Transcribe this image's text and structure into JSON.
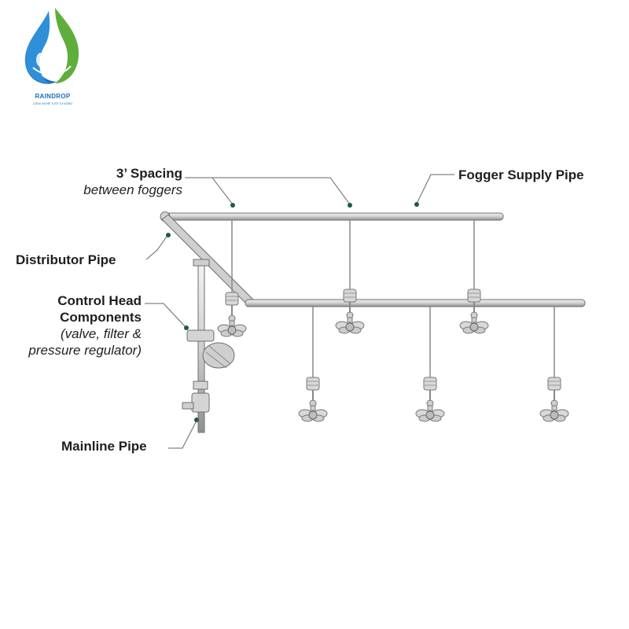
{
  "logo": {
    "brand": "RAINDROP",
    "tagline": "CÔNG NGHỆ TƯỚI TỰ ĐỘNG",
    "icon": "water-drop-leaf-icon",
    "colors": {
      "blue": "#1d6fb8",
      "green": "#5fae3c"
    }
  },
  "labels": {
    "spacing_title": "3’ Spacing",
    "spacing_sub": "between foggers",
    "fogger_supply": "Fogger Supply Pipe",
    "distributor": "Distributor Pipe",
    "control_head_1": "Control Head",
    "control_head_2": "Components",
    "control_head_sub_1": "(valve, filter &",
    "control_head_sub_2": "pressure regulator)",
    "mainline": "Mainline Pipe"
  },
  "colors": {
    "pipe": "#c9c9c9",
    "pipe_stroke": "#6f6f6f",
    "leader": "#666666",
    "dot": "#1f5b3c",
    "text": "#1f1f1f"
  }
}
